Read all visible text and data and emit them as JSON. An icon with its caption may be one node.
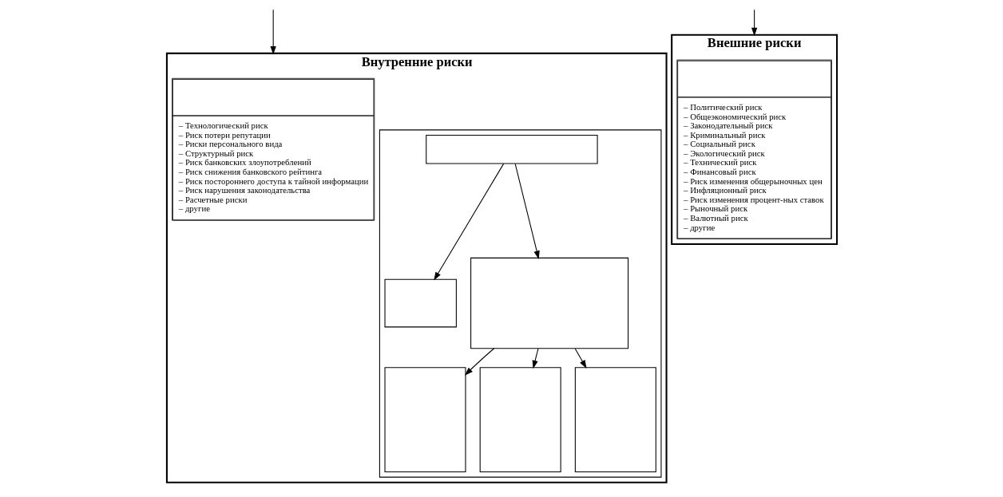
{
  "diagram": {
    "nodes": [
      {
        "text": [
          "Внутренние риски"
        ]
      },
      {
        "text": [
          "– Технологический риск",
          "– Риск потери репутации",
          "– Риски персонального вида",
          "– Структурный риск",
          "– Риск банковских злоупотреблений",
          "– Риск снижения банковского рейтинга",
          "– Риск постороннего доступа к тайной информации",
          "– Риск нарушения законодательства",
          "– Расчетные риски",
          "– другие"
        ],
        "in": 0
      },
      {
        "text": [],
        "shape": "box",
        "in": 0
      },
      {
        "text": [],
        "shape": "box",
        "in": 2
      },
      {
        "text": [],
        "shape": "box",
        "in": 2
      },
      {
        "text": [],
        "shape": "box",
        "in": 2
      },
      {
        "text": [],
        "shape": "box",
        "in": 2
      },
      {
        "text": [],
        "shape": "box",
        "in": 2
      },
      {
        "text": [],
        "shape": "box",
        "in": 2
      },
      {
        "text": [
          "Внешние риски"
        ]
      },
      {
        "text": [
          "– Политический риск",
          "– Общеэкономический риск",
          "– Законодательный риск",
          "– Криминальный риск",
          "– Социальный риск",
          "– Экологический риск",
          "– Технический риск",
          "– Финансовый риск",
          "– Риск изменения общерыночных цен",
          "– Инфляционный риск",
          "– Риск изменения процент-ных ставок",
          "– Рыночный риск",
          "– Валютный риск",
          "– другие"
        ],
        "in": 9
      }
    ],
    "edges": [
      {
        "from": null,
        "to": 0,
        "arrow": "to"
      },
      {
        "from": null,
        "to": 9,
        "arrow": "to"
      },
      {
        "from": 3,
        "to": 4,
        "arrow": "to"
      },
      {
        "from": 3,
        "to": 5,
        "arrow": "to"
      },
      {
        "from": 5,
        "to": 6,
        "arrow": "to"
      },
      {
        "from": 5,
        "to": 7,
        "arrow": "to"
      },
      {
        "from": 5,
        "to": 8,
        "arrow": "to"
      }
    ]
  }
}
